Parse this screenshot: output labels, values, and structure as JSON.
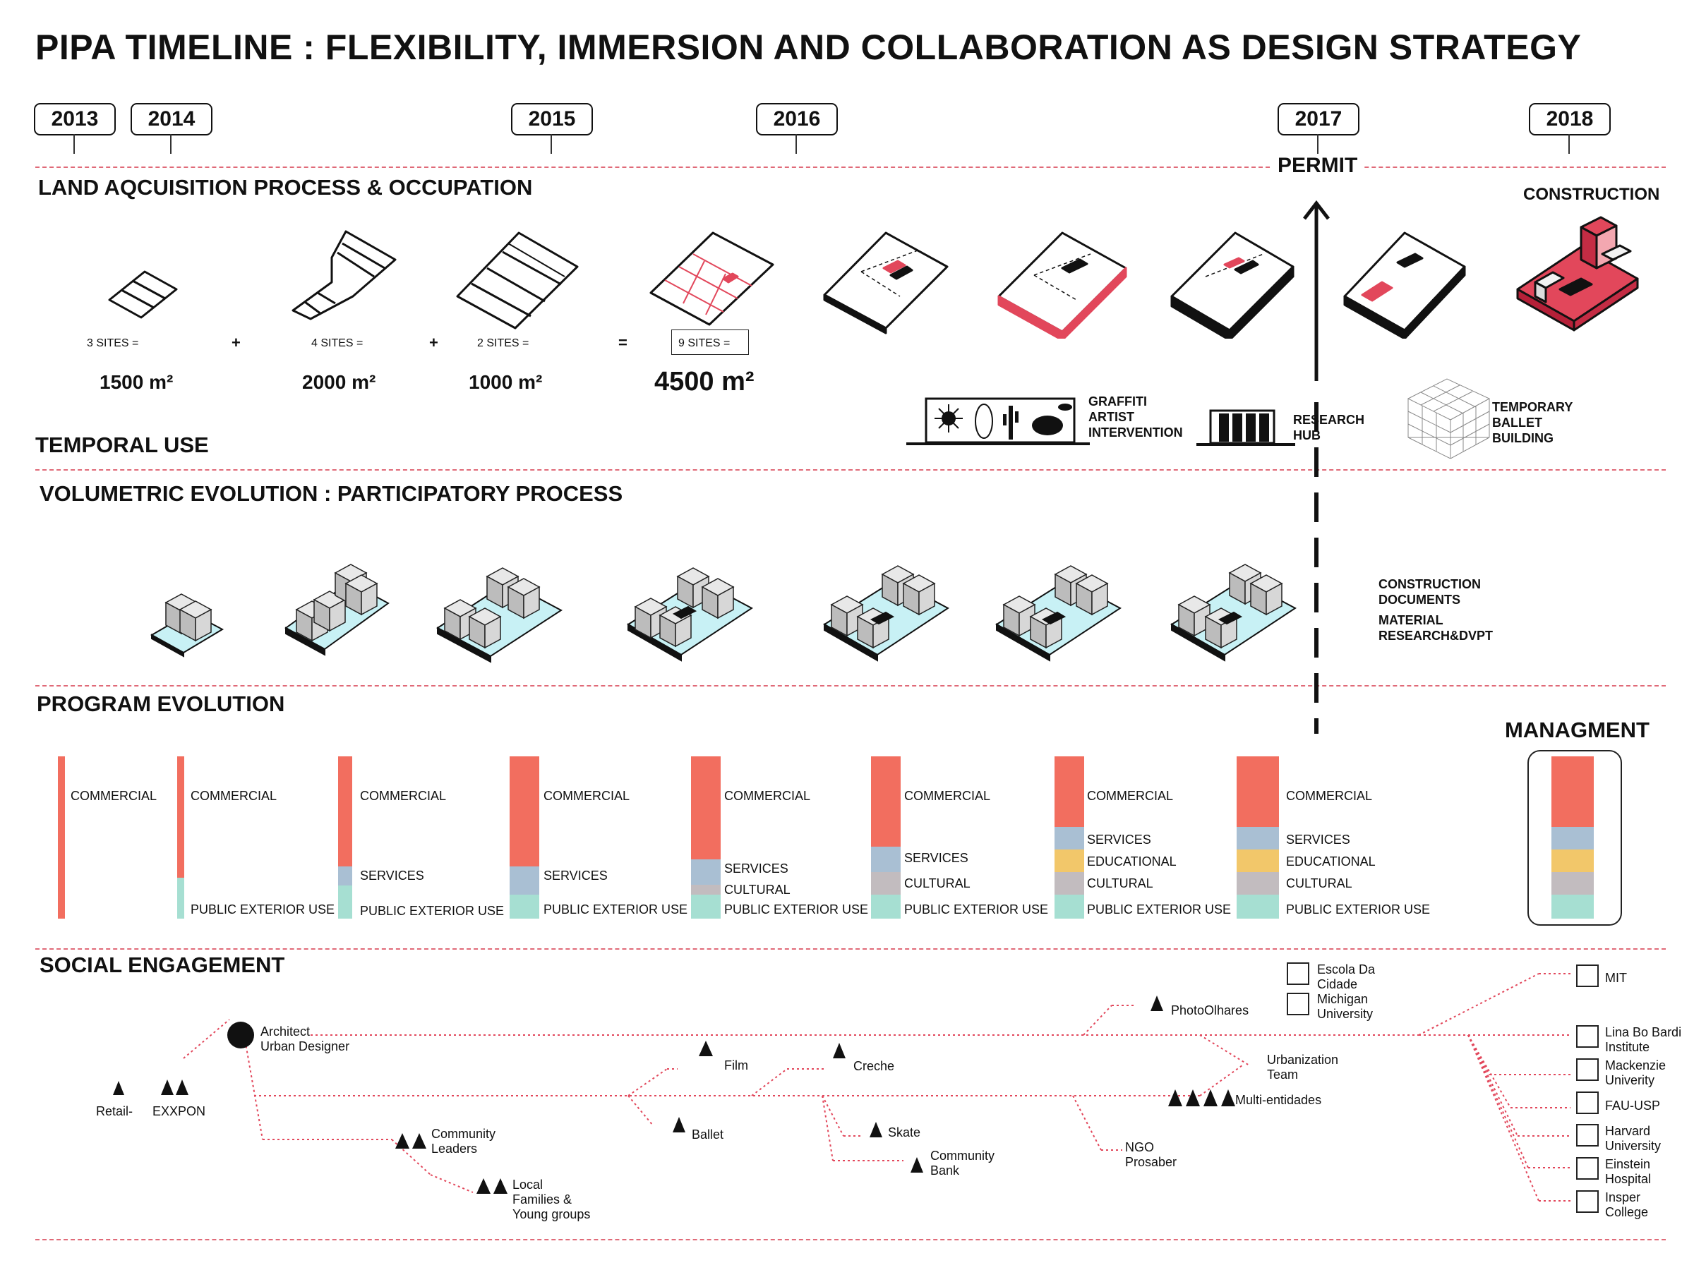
{
  "title": "PIPA TIMELINE :  FLEXIBILITY, IMMERSION AND COLLABORATION AS DESIGN STRATEGY",
  "years": [
    "2013",
    "2014",
    "2015",
    "2016",
    "2017",
    "2018"
  ],
  "permit": "PERMIT",
  "sections": {
    "land": "LAND AQCUISITION PROCESS & OCCUPATION",
    "temporal": "TEMPORAL USE",
    "volumetric": "VOLUMETRIC EVOLUTION : PARTICIPATORY PROCESS",
    "program": "PROGRAM EVOLUTION",
    "social": "SOCIAL ENGAGEMENT"
  },
  "land": {
    "construction": "CONSTRUCTION",
    "sites": [
      "3 SITES =",
      "4 SITES =",
      "2 SITES =",
      "9 SITES ="
    ],
    "areas": [
      "1500 m²",
      "2000 m²",
      "1000 m²",
      "4500 m²"
    ],
    "ops": [
      "+",
      "+",
      "="
    ]
  },
  "temporal": {
    "graffiti": [
      "GRAFFITI",
      "ARTIST",
      "INTERVENTION"
    ],
    "research": [
      "RESEARCH",
      "HUB"
    ],
    "ballet": [
      "TEMPORARY",
      "BALLET",
      "BUILDING"
    ]
  },
  "volumetric": {
    "notes": [
      "CONSTRUCTION",
      "DOCUMENTS",
      "MATERIAL",
      "RESEARCH&DVPT"
    ]
  },
  "program": {
    "managment": "MANAGMENT",
    "labels": {
      "commercial": "COMMERCIAL",
      "services": "SERVICES",
      "educational": "EDUCATIONAL",
      "cultural": "CULTURAL",
      "public": "PUBLIC EXTERIOR USE"
    },
    "colors": {
      "commercial": "#f26e5f",
      "services": "#a9bfd3",
      "educational": "#f2c76a",
      "cultural": "#c2bcbf",
      "public": "#a6dfd2"
    }
  },
  "social": {
    "architect": [
      "Architect",
      "Urban Designer"
    ],
    "retail": "Retail-",
    "exxpon": "EXXPON",
    "community_leaders": [
      "Community",
      "Leaders"
    ],
    "local_families": [
      "Local",
      "Families &",
      "Young groups"
    ],
    "film": "Film",
    "ballet": "Ballet",
    "creche": "Creche",
    "skate": "Skate",
    "community_bank": [
      "Community",
      "Bank"
    ],
    "ngo": [
      "NGO",
      "Prosaber"
    ],
    "multi": "Multi-entidades",
    "photo": "PhotoOlhares",
    "urbanization": [
      "Urbanization",
      "Team"
    ],
    "escola": [
      "Escola Da",
      "Cidade"
    ],
    "michigan": [
      "Michigan",
      "University"
    ],
    "mit": "MIT",
    "lina": [
      "Lina Bo Bardi",
      "Institute"
    ],
    "mackenzie": [
      "Mackenzie",
      "Univerity"
    ],
    "fau": "FAU-USP",
    "harvard": [
      "Harvard",
      "University"
    ],
    "einstein": [
      "Einstein",
      "Hospital"
    ],
    "insper": [
      "Insper",
      "College"
    ]
  }
}
